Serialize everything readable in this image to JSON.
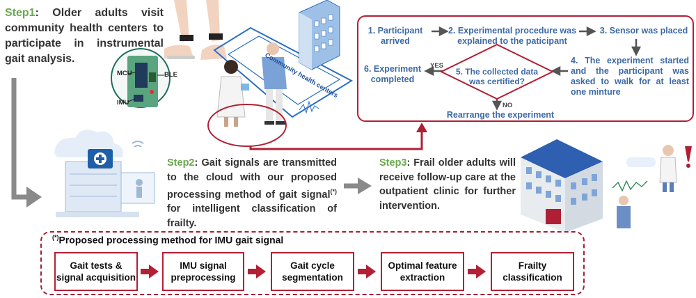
{
  "step1": {
    "label": "Step1",
    "text": ": Older adults visit community health centers to participate in instrumental gait analysis."
  },
  "step2": {
    "label": "Step2",
    "text": ": Gait signals are transmitted to the cloud with our proposed processing method of gait signal",
    "mark": "(*)",
    "text2": " for intelligent classification of frailty."
  },
  "step3": {
    "label": "Step3",
    "text": ": Frail older adults will receive follow-up care at the outpatient clinic for further intervention."
  },
  "sensor_labels": {
    "mcu": "MCU",
    "ble": "BLE",
    "imu": "IMU"
  },
  "building_sign": "Community health centers",
  "flow": {
    "s1": "1. Participant arrived",
    "s2": "2. Experimental procedure was explained to the paticipant",
    "s3": "3. Sensor was placed",
    "s4": "4. The experiment started and the participant was asked to walk for at least one minture",
    "s5": "5. The collected data was certified?",
    "s6": "6. Experiment completed",
    "yes": "YES",
    "no": "NO",
    "rearrange": "Rearrange the experiment"
  },
  "process": {
    "mark": "(*)",
    "title": "Proposed processing method for IMU gait signal",
    "steps": [
      "Gait tests & signal acquisition",
      "IMU signal preprocessing",
      "Gait cycle segmentation",
      "Optimal feature extraction",
      "Frailty classification"
    ]
  },
  "colors": {
    "accent": "#b02035",
    "step_label": "#6aa84f",
    "flow_text": "#3d6aa6",
    "arrow_gray": "#8a8a8a"
  }
}
